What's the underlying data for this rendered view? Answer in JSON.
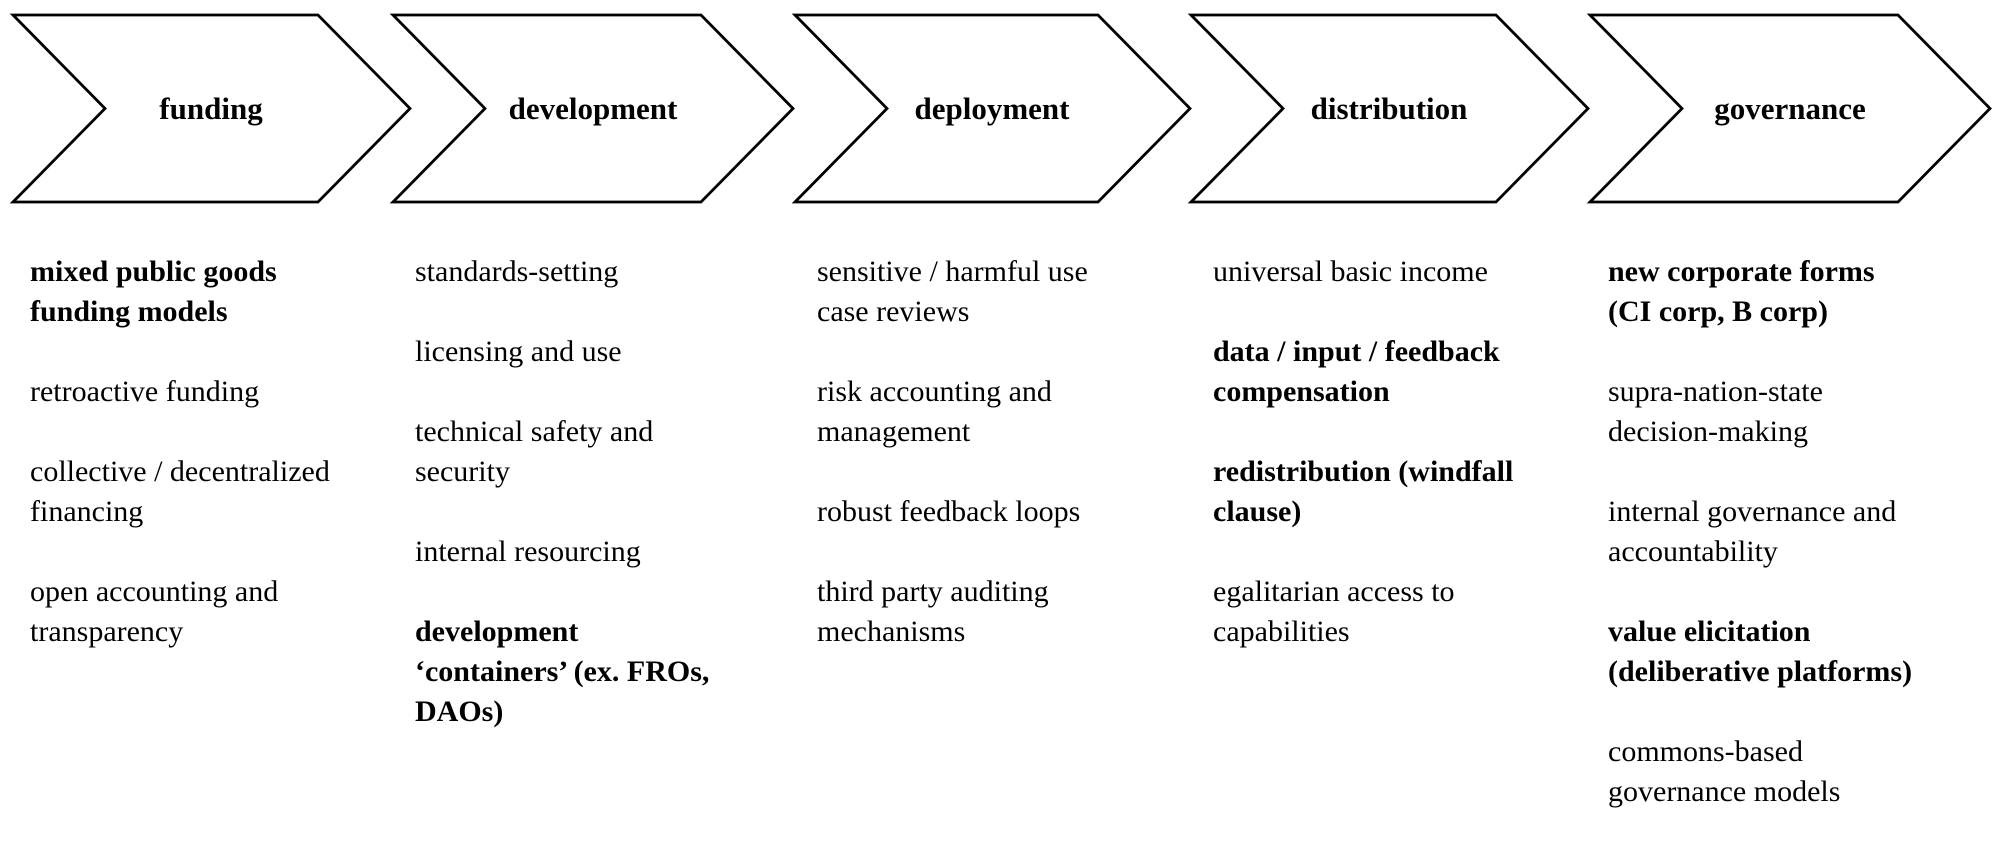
{
  "colors": {
    "ink": "#000000",
    "background": "#ffffff"
  },
  "stages": [
    {
      "label": "funding",
      "items": [
        {
          "text": "mixed public goods\nfunding models",
          "bold": true
        },
        {
          "text": "retroactive funding",
          "bold": false
        },
        {
          "text": "collective / decentralized\nfinancing",
          "bold": false
        },
        {
          "text": "open accounting and\ntransparency",
          "bold": false
        }
      ]
    },
    {
      "label": "development",
      "items": [
        {
          "text": "standards-setting",
          "bold": false
        },
        {
          "text": "licensing and use",
          "bold": false
        },
        {
          "text": "technical safety and\nsecurity",
          "bold": false
        },
        {
          "text": "internal resourcing",
          "bold": false
        },
        {
          "text": "development\n‘containers’ (ex. FROs,\nDAOs)",
          "bold": true
        }
      ]
    },
    {
      "label": "deployment",
      "items": [
        {
          "text": "sensitive / harmful use\ncase reviews",
          "bold": false
        },
        {
          "text": "risk accounting and\nmanagement",
          "bold": false
        },
        {
          "text": "robust feedback loops",
          "bold": false
        },
        {
          "text": "third party auditing\nmechanisms",
          "bold": false
        }
      ]
    },
    {
      "label": "distribution",
      "items": [
        {
          "text": "universal basic income",
          "bold": false
        },
        {
          "text": "data / input / feedback\ncompensation",
          "bold": true
        },
        {
          "text": "redistribution (windfall\nclause)",
          "bold": true
        },
        {
          "text": "egalitarian access to\ncapabilities",
          "bold": false
        }
      ]
    },
    {
      "label": "governance",
      "items": [
        {
          "text": "new corporate forms\n(CI corp, B corp)",
          "bold": true
        },
        {
          "text": "supra-nation-state\ndecision-making",
          "bold": false
        },
        {
          "text": "internal governance and\naccountability",
          "bold": false
        },
        {
          "text": "value elicitation\n(deliberative platforms)",
          "bold": true
        },
        {
          "text": "commons-based\ngovernance models",
          "bold": false
        }
      ]
    }
  ]
}
